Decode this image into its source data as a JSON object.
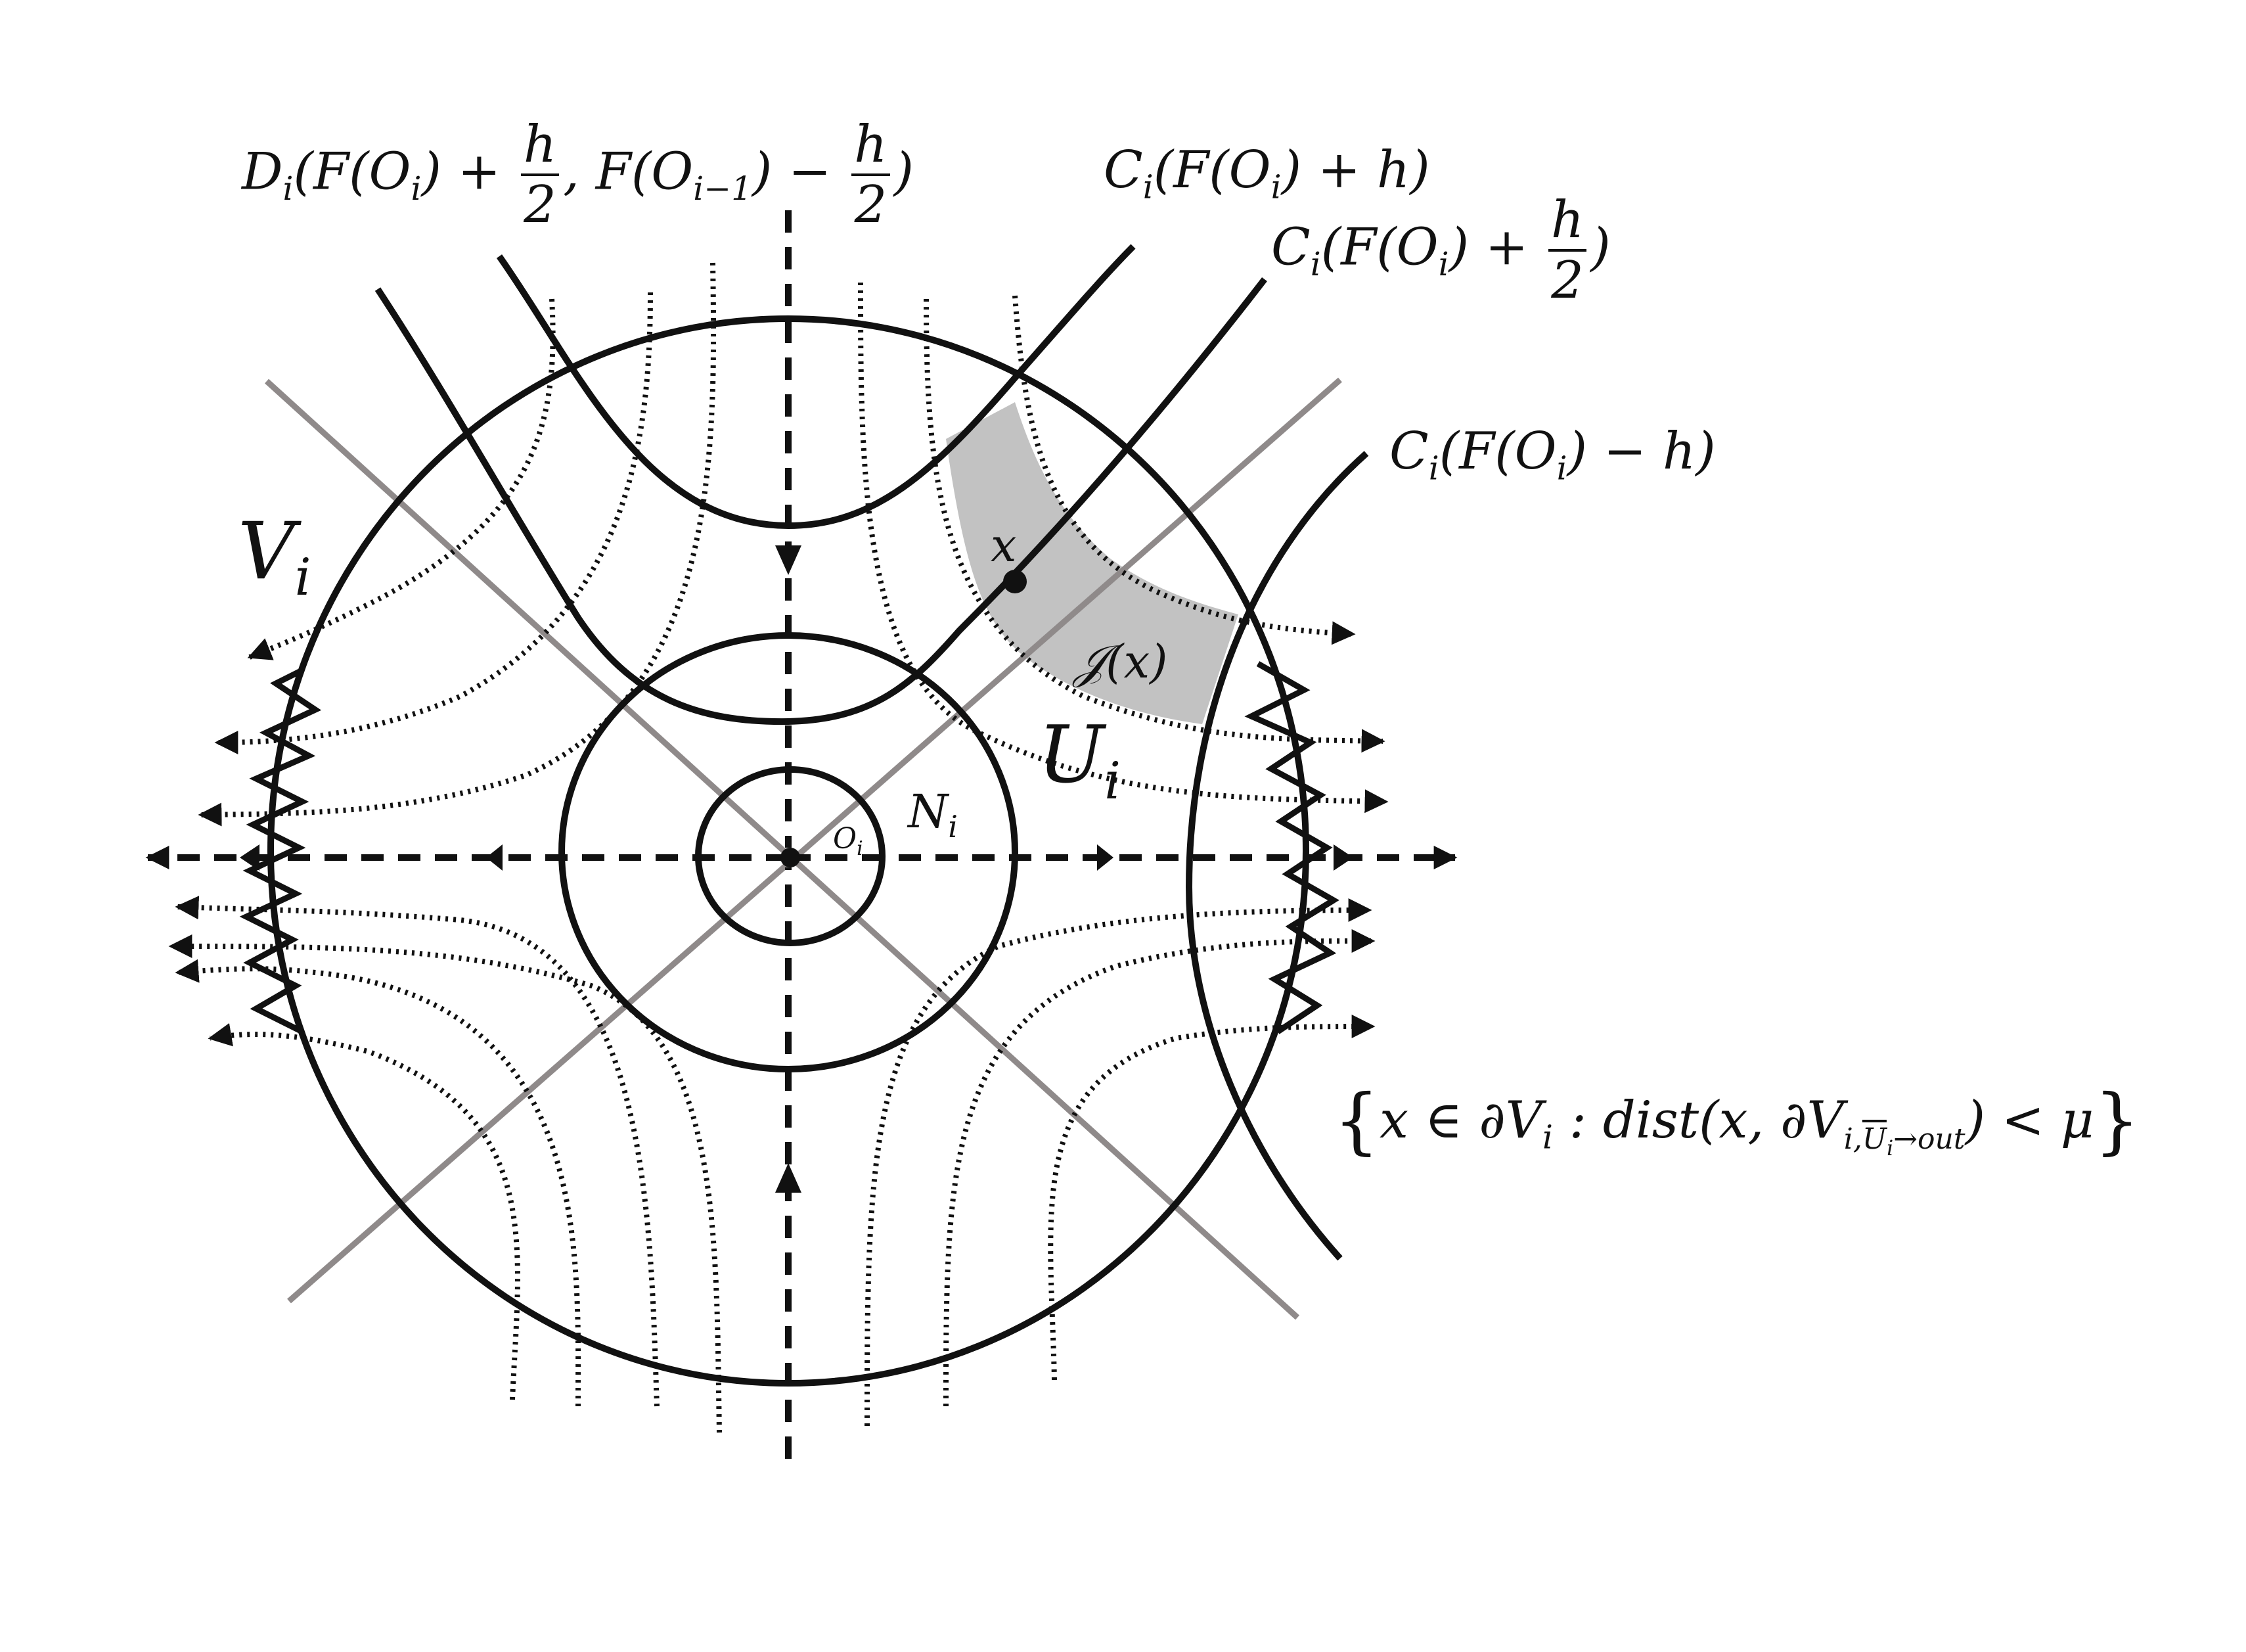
{
  "labels": {
    "D_label": {
      "pre": "D",
      "sub": "i",
      "mid": "(F(O",
      "sub2": "i",
      "mid2": ") + ",
      "frac1_num": "h",
      "frac1_den": "2",
      "comma": ", F(O",
      "sub3": "i−1",
      "mid3": ") − ",
      "frac2_num": "h",
      "frac2_den": "2",
      "end": ")"
    },
    "C_plus_h": {
      "pre": "C",
      "sub": "i",
      "mid": "(F(O",
      "sub2": "i",
      "end": ") + h)"
    },
    "C_plus_half_h": {
      "pre": "C",
      "sub": "i",
      "mid": "(F(O",
      "sub2": "i",
      "mid2": ") + ",
      "frac_num": "h",
      "frac_den": "2",
      "end": ")"
    },
    "C_minus_h": {
      "pre": "C",
      "sub": "i",
      "mid": "(F(O",
      "sub2": "i",
      "end": ") − h)"
    },
    "V": {
      "main": "V",
      "sub": "i"
    },
    "U": {
      "main": "U",
      "sub": "i"
    },
    "N": {
      "main": "N",
      "sub": "i"
    },
    "O": {
      "main": "O",
      "sub": "i"
    },
    "x_point": "x",
    "J_region": "𝒥(x)",
    "set_expr": {
      "open": "{",
      "body1": "x ∈ ∂V",
      "sub1": "i",
      "body2": " : dist(x, ∂V",
      "sub2": "i,",
      "overline": "U",
      "sub3": "i",
      "arrow": "→out",
      "body3": ") < μ",
      "close": "}"
    }
  },
  "colors": {
    "ink": "#111111",
    "grey_line": "#8f8a8a",
    "shade": "#c2c2c2"
  }
}
